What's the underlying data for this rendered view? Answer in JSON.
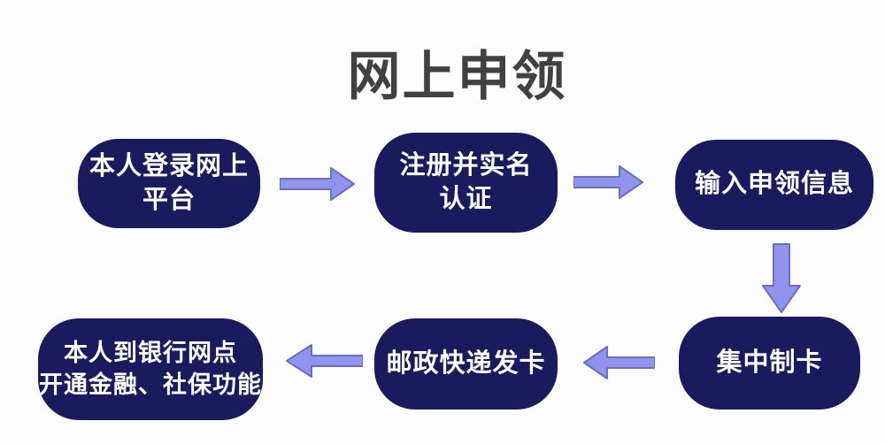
{
  "title": {
    "text": "网上申领"
  },
  "colors": {
    "background": "#fdfdfd",
    "title_text": "#414141",
    "node_fill": "#1a1a5e",
    "node_text": "#ffffff",
    "arrow_fill": "#9094ec",
    "arrow_stroke": "#686dc6"
  },
  "flow": {
    "nodes": [
      {
        "id": "login-platform",
        "label": "本人登录网上\n平台"
      },
      {
        "id": "register-realname",
        "label": "注册并实名\n认证"
      },
      {
        "id": "enter-application-info",
        "label": "输入申领信息"
      },
      {
        "id": "centralized-card-making",
        "label": "集中制卡"
      },
      {
        "id": "postal-card-delivery",
        "label": "邮政快递发卡"
      },
      {
        "id": "bank-activation",
        "label": "本人到银行网点\n开通金融、社保功能"
      }
    ],
    "arrows": [
      {
        "from": "login-platform",
        "to": "register-realname",
        "direction": "right"
      },
      {
        "from": "register-realname",
        "to": "enter-application-info",
        "direction": "right"
      },
      {
        "from": "enter-application-info",
        "to": "centralized-card-making",
        "direction": "down"
      },
      {
        "from": "centralized-card-making",
        "to": "postal-card-delivery",
        "direction": "left"
      },
      {
        "from": "postal-card-delivery",
        "to": "bank-activation",
        "direction": "left"
      }
    ]
  }
}
